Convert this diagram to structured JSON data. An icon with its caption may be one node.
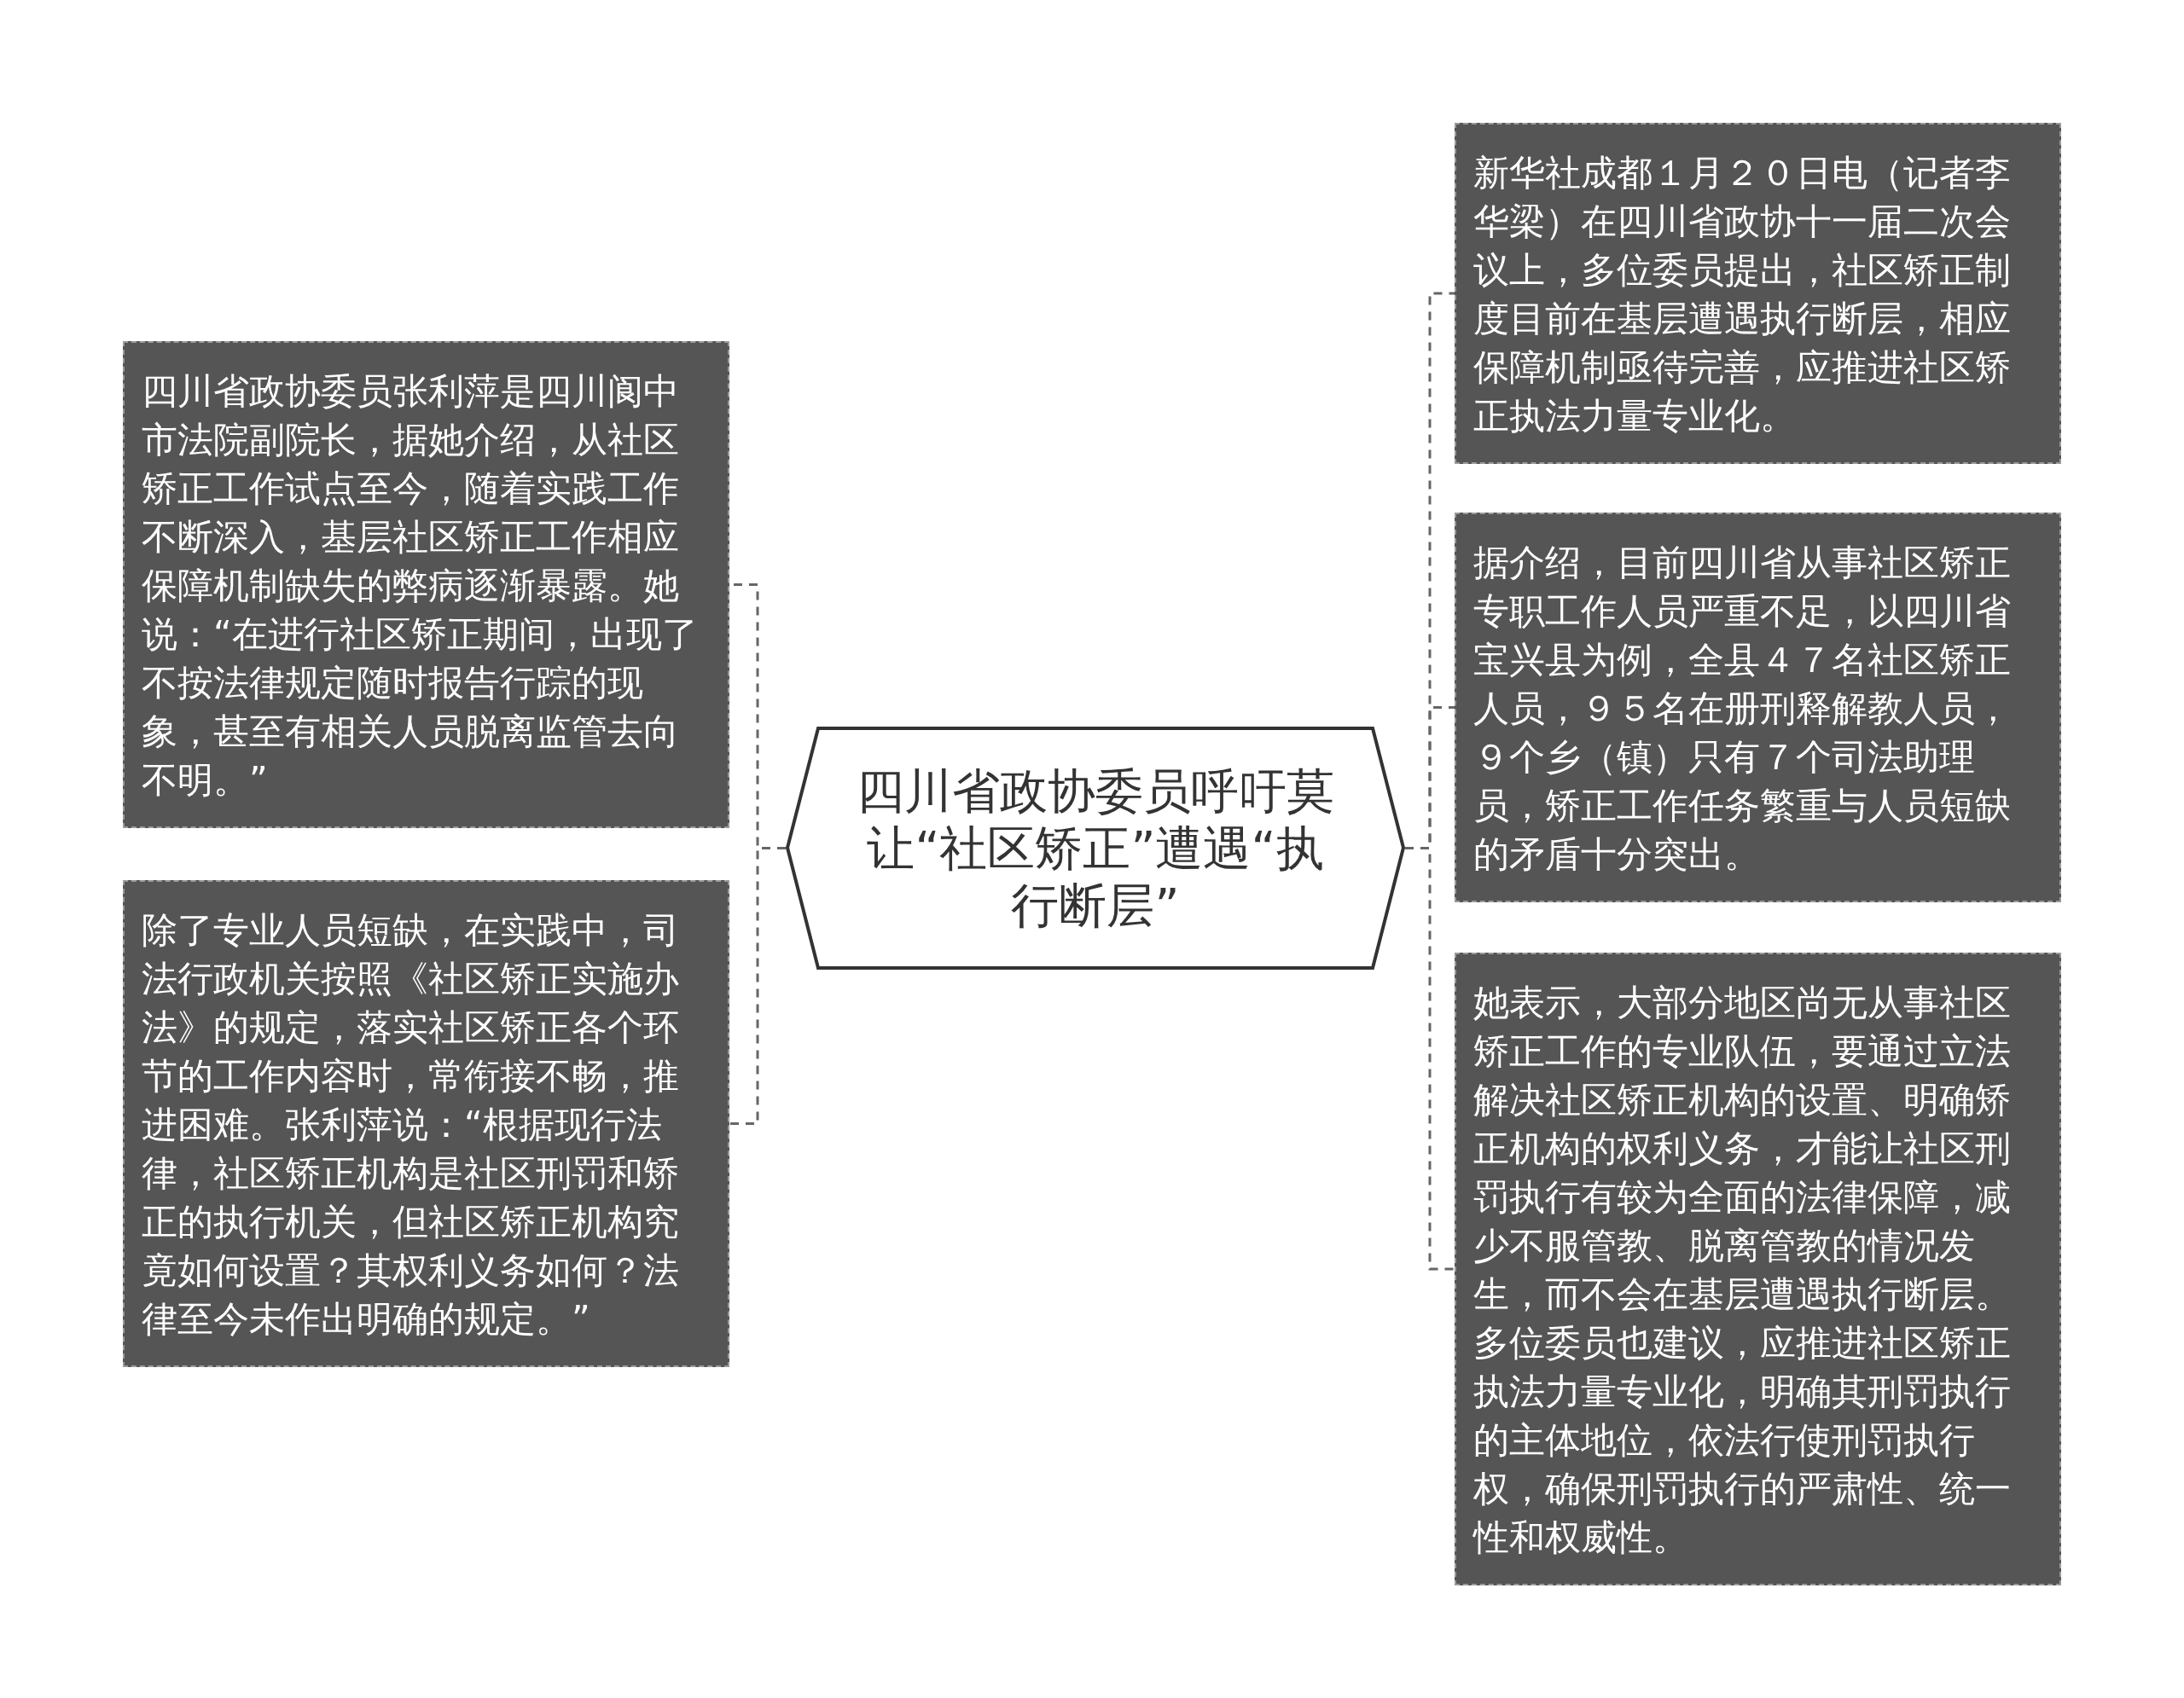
{
  "diagram": {
    "nodes": [
      {
        "text": [
          "四川省政协委员呼吁莫让“社区矫正”遭遇“执行断层”"
        ]
      },
      {
        "text": [
          "四川省政协委员张利萍是四川阆中市法院副院长，据她介绍，从社区矫正工作试点至今，随着实践工作不断深入，基层社区矫正工作相应保障机制缺失的弊病逐渐暴露。她说：“在进行社区矫正期间，出现了不按法律规定随时报告行踪的现象，甚至有相关人员脱离监管去向不明。”"
        ]
      },
      {
        "text": [
          "除了专业人员短缺，在实践中，司法行政机关按照《社区矫正实施办法》的规定，落实社区矫正各个环节的工作内容时，常衔接不畅，推进困难。张利萍说：“根据现行法律，社区矫正机构是社区刑罚和矫正的执行机关，但社区矫正机构究竟如何设置？其权利义务如何？法律至今未作出明确的规定。”"
        ]
      },
      {
        "text": [
          "新华社成都１月２０日电（记者李华梁）在四川省政协十一届二次会议上，多位委员提出，社区矫正制度目前在基层遭遇执行断层，相应保障机制亟待完善，应推进社区矫正执法力量专业化。"
        ]
      },
      {
        "text": [
          "据介绍，目前四川省从事社区矫正专职工作人员严重不足，以四川省宝兴县为例，全县４７名社区矫正人员，９５名在册刑释解教人员，９个乡（镇）只有７个司法助理员，矫正工作任务繁重与人员短缺的矛盾十分突出。"
        ]
      },
      {
        "text": [
          "她表示，大部分地区尚无从事社区矫正工作的专业队伍，要通过立法解决社区矫正机构的设置、明确矫正机构的权利义务，才能让社区刑罚执行有较为全面的法律保障，减少不服管教、脱离管教的情况发生，而不会在基层遭遇执行断层。多位委员也建议，应推进社区矫正执法力量专业化，明确其刑罚执行的主体地位，依法行使刑罚执行权，确保刑罚执行的严肃性、统一性和权威性。"
        ]
      }
    ],
    "edges": [
      {
        "from": 0,
        "to": 1,
        "arrow": "none"
      },
      {
        "from": 0,
        "to": 2,
        "arrow": "none"
      },
      {
        "from": 0,
        "to": 3,
        "arrow": "none"
      },
      {
        "from": 0,
        "to": 4,
        "arrow": "none"
      },
      {
        "from": 0,
        "to": 5,
        "arrow": "none"
      }
    ]
  }
}
